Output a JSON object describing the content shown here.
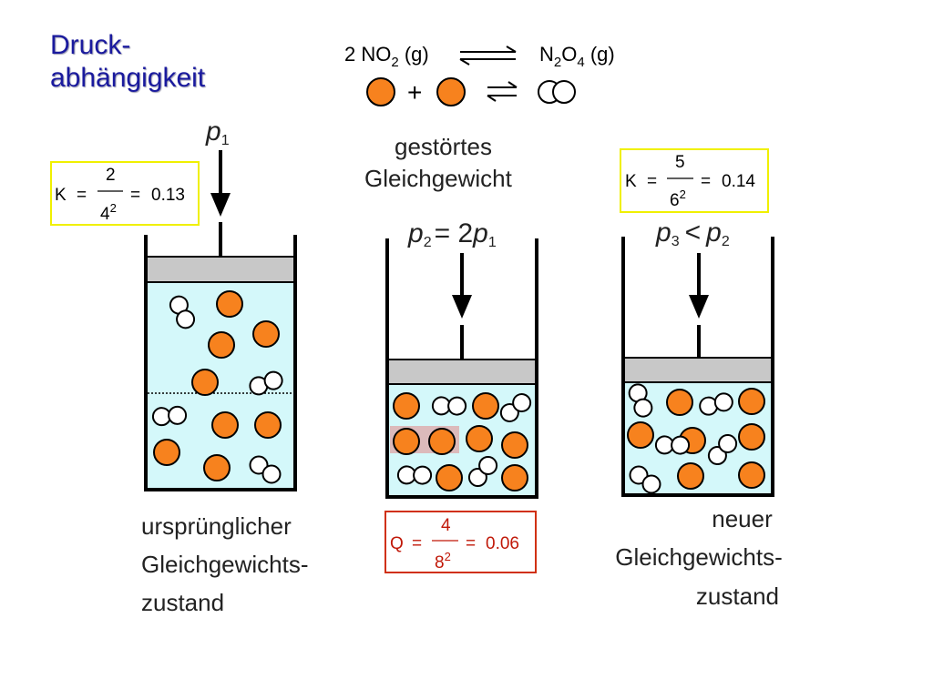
{
  "title": {
    "line1": "Druck-",
    "line2": "abhängigkeit"
  },
  "reaction": {
    "coef": "2 NO",
    "sub1": "2",
    "phase1": " (g)",
    "prodN": "N",
    "sub2": "2",
    "prodO": "O",
    "sub3": "4",
    "phase2": " (g)",
    "plus": "+"
  },
  "panel1": {
    "pressure": "p",
    "pressure_sub": "1",
    "k_prefix": "K",
    "k_num": "2",
    "k_den": "4",
    "k_den_exp": "2",
    "k_result": "0.13",
    "caption": [
      "ursprünglicher",
      "Gleichgewichts-",
      "zustand"
    ]
  },
  "panel2": {
    "heading": [
      "gestörtes",
      "Gleichgewicht"
    ],
    "pressure_left": "p",
    "pressure_left_sub": "2",
    "pressure_eq": "= 2",
    "pressure_right": "p",
    "pressure_right_sub": "1",
    "q_prefix": "Q",
    "q_num": "4",
    "q_den": "8",
    "q_den_exp": "2",
    "q_result": "0.06"
  },
  "panel3": {
    "pressure_left": "p",
    "pressure_left_sub": "3",
    "pressure_lt": "<",
    "pressure_right": "p",
    "pressure_right_sub": "2",
    "k_prefix": "K",
    "k_num": "5",
    "k_den": "6",
    "k_den_exp": "2",
    "k_result": "0.14",
    "caption": [
      "neuer",
      "Gleichgewichts-",
      "zustand"
    ]
  },
  "colors": {
    "title": "#1a1a9e",
    "molecule_orange": "#f7821e",
    "liquid": "#d4f8fa",
    "piston": "#c8c8c8",
    "k_box_border": "#f0f000",
    "q_box_border": "#d03010",
    "q_text": "#c01808",
    "highlight": "#e0a0a0"
  },
  "icons": [
    "no2-molecule-icon",
    "n2o4-molecule-icon",
    "equilibrium-arrows-icon",
    "down-arrow-icon"
  ]
}
